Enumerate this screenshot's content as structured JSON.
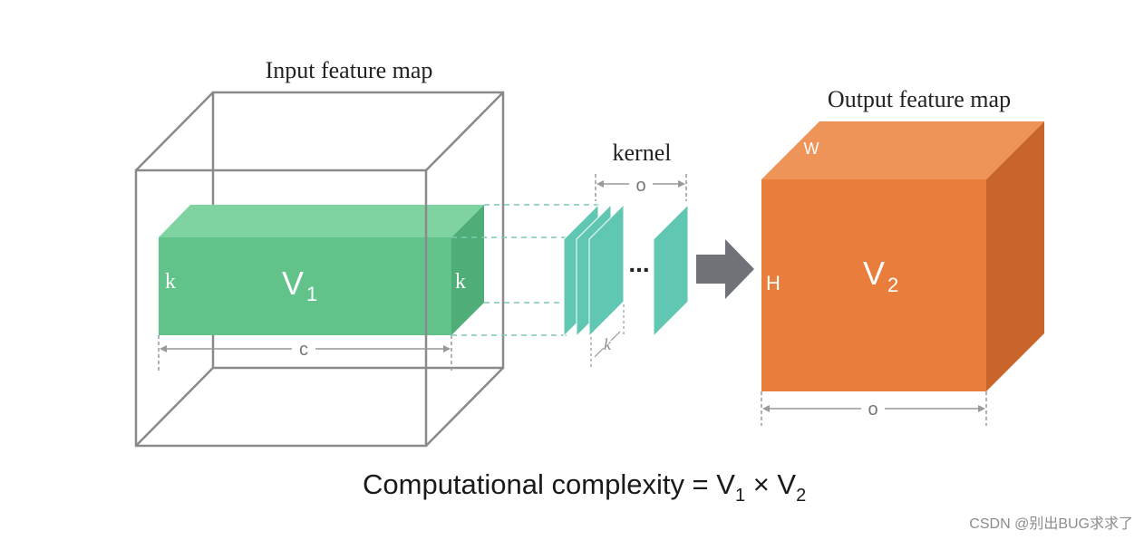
{
  "input_map": {
    "title": "Input feature map",
    "block_label": "V",
    "block_label_sub": "1",
    "height_label_left": "k",
    "height_label_right": "k",
    "width_label": "c"
  },
  "kernel": {
    "title": "kernel",
    "count_label": "o",
    "depth_label": "k",
    "ellipsis": "..."
  },
  "output_map": {
    "title": "Output feature map",
    "block_label": "V",
    "block_label_sub": "2",
    "width_label_top": "W",
    "height_label": "H",
    "depth_label": "o"
  },
  "formula": {
    "text": "Computational complexity = V",
    "sub1": "1",
    "times": " × V",
    "sub2": "2"
  },
  "watermark": "CSDN @别出BUG求求了",
  "colors": {
    "green_front": "#62c38a",
    "green_top": "#7fd3a1",
    "green_side": "#4fae78",
    "teal_kernel": "#5fc7b2",
    "orange_front": "#e97d3b",
    "orange_top": "#ee9459",
    "orange_side": "#c9642b",
    "arrow": "#6f7378",
    "wire": "#888888"
  }
}
